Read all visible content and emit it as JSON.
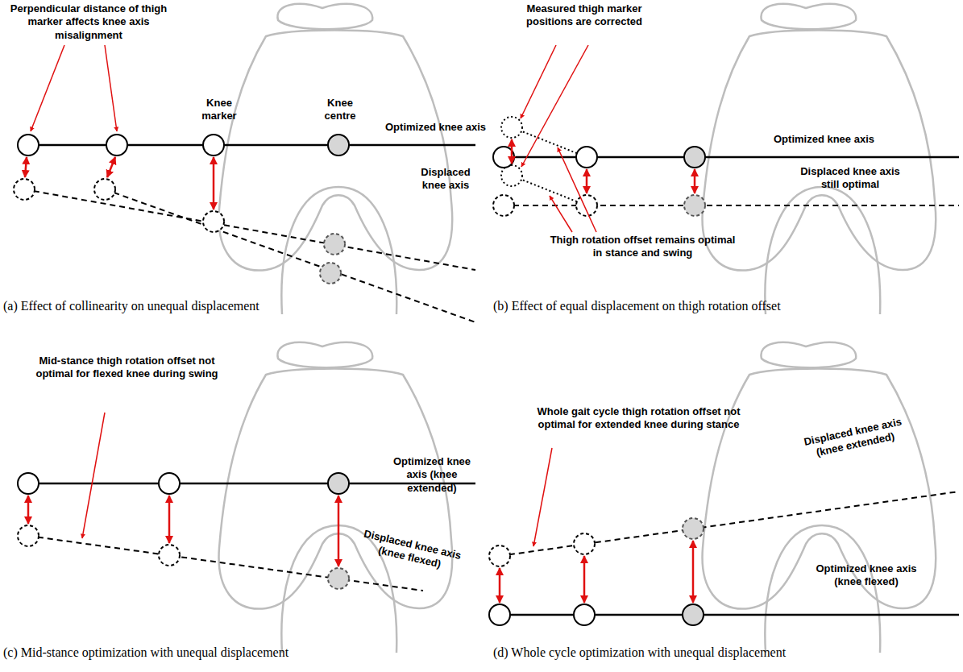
{
  "diagram": {
    "labels": [
      "Perpendicular distance of thigh marker affects knee axis misalignment",
      "Knee marker",
      "Knee centre",
      "Optimized knee axis",
      "Displaced knee axis",
      "(a) Effect of collinearity on unequal displacement",
      "Measured thigh marker positions are corrected",
      "Optimized knee axis",
      "Displaced knee axis still optimal",
      "Thigh rotation offset remains optimal in stance and swing",
      "(b) Effect of equal displacement on thigh rotation offset",
      "Mid-stance thigh rotation offset not optimal for flexed knee during swing",
      "Optimized knee axis (knee extended)",
      "Displaced knee axis (knee flexed)",
      "(c) Mid-stance optimization with unequal displacement",
      "Whole gait cycle thigh rotation offset not optimal for extended knee during stance",
      "Displaced knee axis (knee extended)",
      "Optimized knee axis (knee flexed)",
      "(d) Whole cycle optimization with unequal displacement"
    ]
  }
}
